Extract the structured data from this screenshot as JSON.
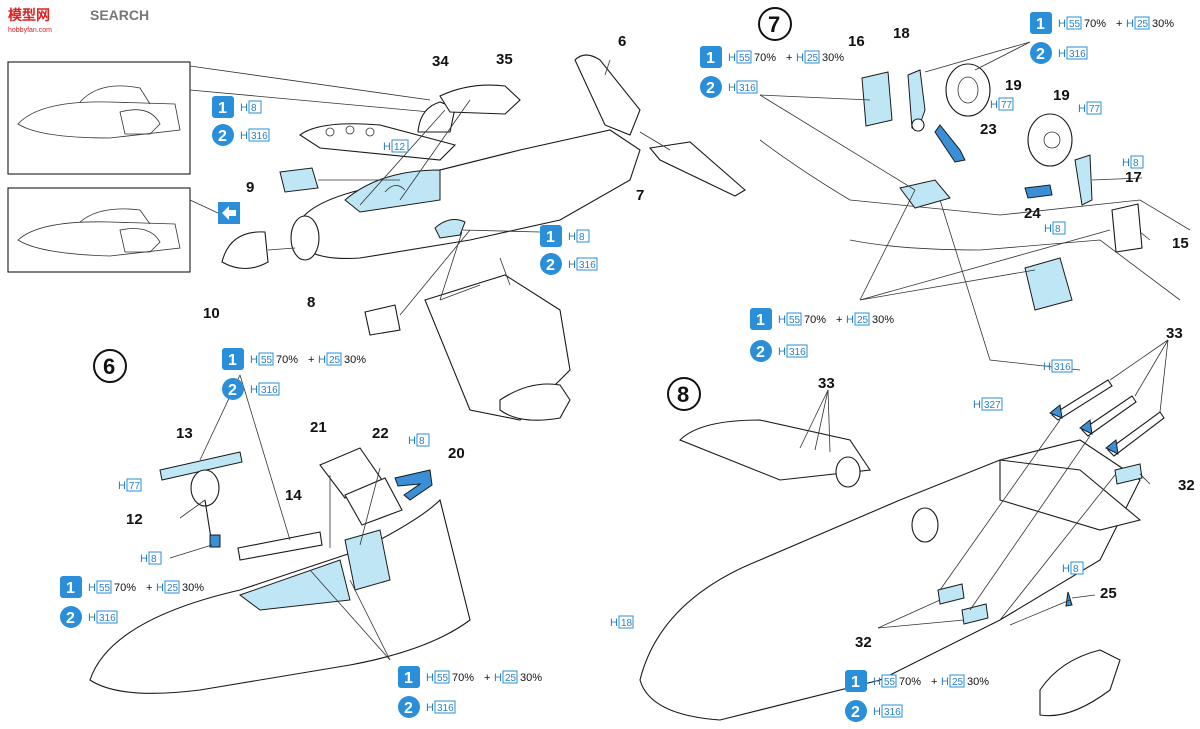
{
  "watermark": {
    "cn": "模型网",
    "en": "SEARCH",
    "url": "hobbyfan.com"
  },
  "colors": {
    "accent": "#2a8fd8",
    "paint_blue": "#bfe6f5",
    "line": "#1a1a1a"
  },
  "steps": [
    {
      "id": "6",
      "label": "6"
    },
    {
      "id": "7",
      "label": "7"
    },
    {
      "id": "8",
      "label": "8"
    }
  ],
  "badges": {
    "one": "1",
    "two": "2"
  },
  "paint": {
    "h": "H",
    "h8": "8",
    "h12": "12",
    "h316": "316",
    "h55": "55",
    "h25": "25",
    "h77": "77",
    "h18": "18",
    "h327": "327",
    "p70": "70%",
    "p30": "30%",
    "plus": "+"
  },
  "parts": {
    "p6": "6",
    "p7": "7",
    "p8": "8",
    "p9": "9",
    "p10": "10",
    "p12": "12",
    "p13": "13",
    "p14": "14",
    "p15": "15",
    "p16": "16",
    "p17": "17",
    "p18": "18",
    "p19": "19",
    "p20": "20",
    "p21": "21",
    "p22": "22",
    "p23": "23",
    "p24": "24",
    "p25": "25",
    "p32": "32",
    "p33": "33",
    "p34": "34",
    "p35": "35"
  },
  "icons": {
    "swap": "swap-arrows-icon"
  }
}
